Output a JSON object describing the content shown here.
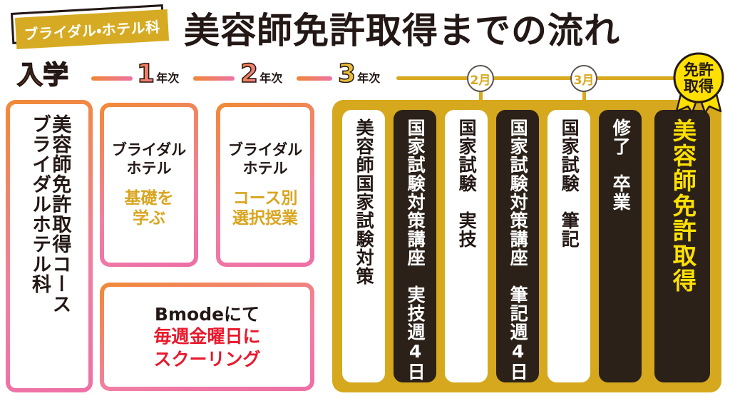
{
  "header": {
    "dept_tag": "ブライダル・ホテル科",
    "title": "美容師免許取得までの流れ"
  },
  "colors": {
    "gold_panel": "#d6a81d",
    "gold_text": "#d9a520",
    "dark_card": "#2b2119",
    "yellow_highlight": "#ffe000",
    "red_text": "#e8192c",
    "pink_accent": "#ee6fa6",
    "orange_accent": "#f18a35",
    "ink": "#231815"
  },
  "timeline": {
    "milestones": [
      {
        "big": "入学",
        "sub": "",
        "style": "gradient"
      },
      {
        "big": "1",
        "sub": "年次",
        "style": "gradient"
      },
      {
        "big": "2",
        "sub": "年次",
        "style": "gradient"
      },
      {
        "big": "3",
        "sub": "年次",
        "style": "gold"
      }
    ],
    "months": [
      {
        "label": "2月"
      },
      {
        "label": "3月"
      }
    ],
    "badge": {
      "line1": "免許",
      "line2": "取得"
    }
  },
  "left_cards": [
    {
      "name": "course-card",
      "vertical_lines": [
        "美容師免許取得コース",
        "ブライダルホテル科"
      ]
    },
    {
      "name": "year1-card",
      "lines_dark": [
        "ブライダル",
        "ホテル"
      ],
      "lines_gold": [
        "基礎を",
        "学ぶ"
      ]
    },
    {
      "name": "year2-card",
      "lines_dark": [
        "ブライダル",
        "ホテル"
      ],
      "lines_gold": [
        "コース別",
        "選択授業"
      ]
    },
    {
      "name": "schooling-card",
      "line_black": "Bmodeにて",
      "lines_red": [
        "毎週金曜日に",
        "スクーリング"
      ]
    }
  ],
  "gold_panel": {
    "pillars": [
      {
        "theme": "white",
        "text": "美容師国家試験対策"
      },
      {
        "theme": "dark",
        "text": "国家試験対策講座　実技週4日"
      },
      {
        "theme": "white",
        "text": "国家試験　実技"
      },
      {
        "theme": "dark",
        "text": "国家試験対策講座　筆記週4日"
      },
      {
        "theme": "white",
        "text": "国家試験　筆記"
      },
      {
        "theme": "dark",
        "text": "修了　卒業"
      },
      {
        "theme": "final",
        "text": "美容師免許取得"
      }
    ]
  }
}
